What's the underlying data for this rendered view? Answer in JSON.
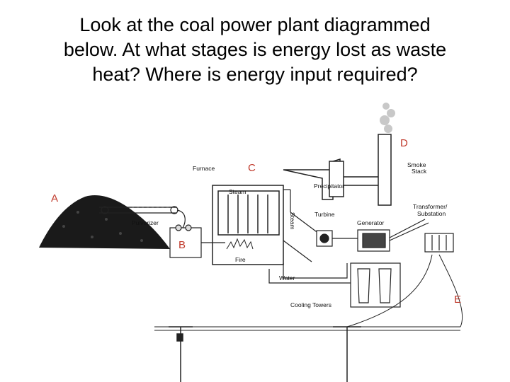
{
  "question": {
    "line1": "Look at the coal power plant diagrammed",
    "line2": "below.  At what stages is energy lost as waste",
    "line3": "heat?  Where is energy input required?"
  },
  "labels": {
    "furnace": "Furnace",
    "smoke_stack_1": "Smoke",
    "smoke_stack_2": "Stack",
    "precipitator": "Precipitator",
    "steam_top": "Steam",
    "steam_side": "Steam",
    "turbine": "Turbine",
    "generator": "Generator",
    "transformer_1": "Transformer/",
    "transformer_2": "Substation",
    "pulverizer": "Pulverizer",
    "fire": "Fire",
    "water": "Water",
    "cooling_towers": "Cooling Towers"
  },
  "stage_markers": {
    "a": "A",
    "b": "B",
    "c": "C",
    "d": "D",
    "e": "E"
  },
  "colors": {
    "stage_marker": "#c0392b",
    "line": "#222222"
  }
}
